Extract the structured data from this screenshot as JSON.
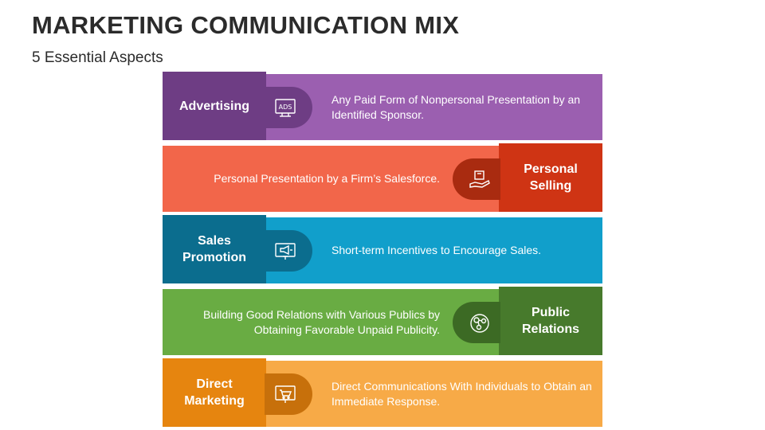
{
  "title": "MARKETING COMMUNICATION MIX",
  "subtitle": "5 Essential Aspects",
  "aspects": [
    {
      "label": "Advertising",
      "description": "Any Paid Form of Nonpersonal Presentation by an Identified Sponsor.",
      "icon": "ads-board-icon",
      "icon_text": "ADS"
    },
    {
      "label": "Personal Selling",
      "description": "Personal Presentation by a Firm’s Salesforce.",
      "icon": "hand-box-icon"
    },
    {
      "label": "Sales Promotion",
      "description": "Short-term Incentives to Encourage Sales.",
      "icon": "megaphone-screen-icon"
    },
    {
      "label": "Public Relations",
      "description": "Building Good Relations with Various Publics by Obtaining Favorable Unpaid Publicity.",
      "icon": "network-people-icon"
    },
    {
      "label": "Direct Marketing",
      "description": "Direct Communications With Individuals to Obtain an Immediate Response.",
      "icon": "cart-screen-icon"
    }
  ],
  "colors": {
    "advertising": "#9b5fb0",
    "personal_selling": "#f2664a",
    "sales_promotion": "#119fcb",
    "public_relations": "#69ac43",
    "direct_marketing": "#f7aa47"
  }
}
